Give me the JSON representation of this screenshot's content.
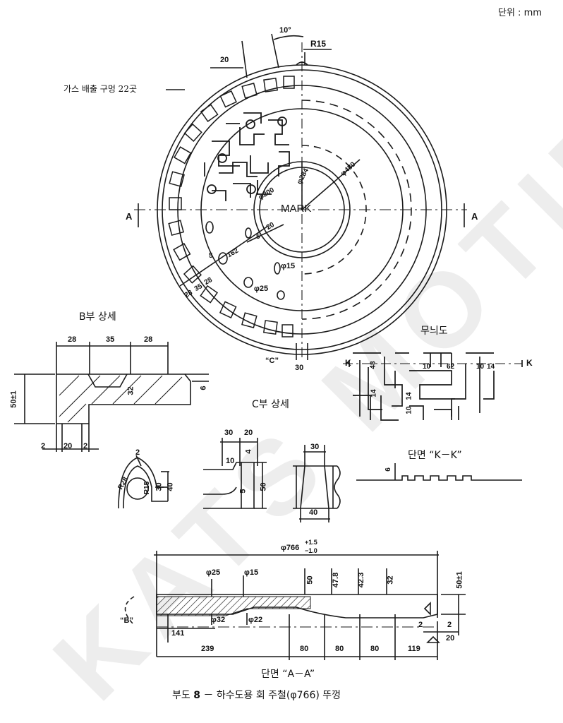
{
  "unit_label": "단위 : mm",
  "plan_view": {
    "gas_holes_label": "가스 배출 구멍 22곳",
    "mark_label": "MARK",
    "section_marker": "A",
    "dims": {
      "d20_top": "20",
      "angle_10": "10°",
      "r15": "R15",
      "phi480": "φ480",
      "phi284": "φ284",
      "phi200": "φ200",
      "r20": "20",
      "r5a": "5",
      "r5b": "5",
      "r162": "162",
      "phi15": "φ15",
      "phi25": "φ25",
      "ring_28a": "28",
      "ring_35": "35",
      "ring_28b": "28",
      "c_marker": "“C”",
      "c_30": "30"
    }
  },
  "detail_b": {
    "title": "B부 상세",
    "dims": [
      "28",
      "35",
      "28"
    ],
    "height": "50±1",
    "inner": "32",
    "right": "6",
    "bottom": [
      "2",
      "20",
      "2"
    ]
  },
  "detail_c": {
    "title": "C부 상세",
    "left": {
      "r2": "2",
      "r28": "R28",
      "r15": "R15",
      "h30": "30",
      "h40": "40"
    },
    "mid": {
      "w30": "30",
      "w20": "20",
      "h4": "4",
      "h10": "10",
      "h5": "5",
      "h50": "50"
    },
    "right": {
      "top": "30",
      "bottom": "40"
    }
  },
  "pattern": {
    "title": "무늬도",
    "k": "K",
    "dims": {
      "d48": "48",
      "d10a": "10",
      "d62": "62",
      "d10b": "10",
      "d14a": "14",
      "d14b": "14",
      "d10c": "10",
      "d14c": "14"
    }
  },
  "section_k": {
    "title": "단면 “K－K”",
    "height": "6"
  },
  "section_a": {
    "overall": "φ766 +1.5 / −1.0",
    "overall_main": "φ766",
    "overall_tol_upper": "+1.5",
    "overall_tol_lower": "−1.0",
    "b_marker": "“B”",
    "phi25": "φ25",
    "phi15": "φ15",
    "phi32": "φ32",
    "phi22": "φ22",
    "h50": "50",
    "h47_8": "47.8",
    "h42_3": "42.3",
    "h32": "32",
    "h50pm": "50±1",
    "d141": "141",
    "d239": "239",
    "d80a": "80",
    "d80b": "80",
    "d80c": "80",
    "d119": "119",
    "d2a": "2",
    "d2b": "2",
    "d20": "20",
    "title": "단면 “A－A”"
  },
  "caption": {
    "prefix": "부도",
    "number": "8",
    "dash": "－",
    "text": "하수도용 회 주철(φ766) 뚜껑"
  },
  "watermark": "KATS MOTIE"
}
